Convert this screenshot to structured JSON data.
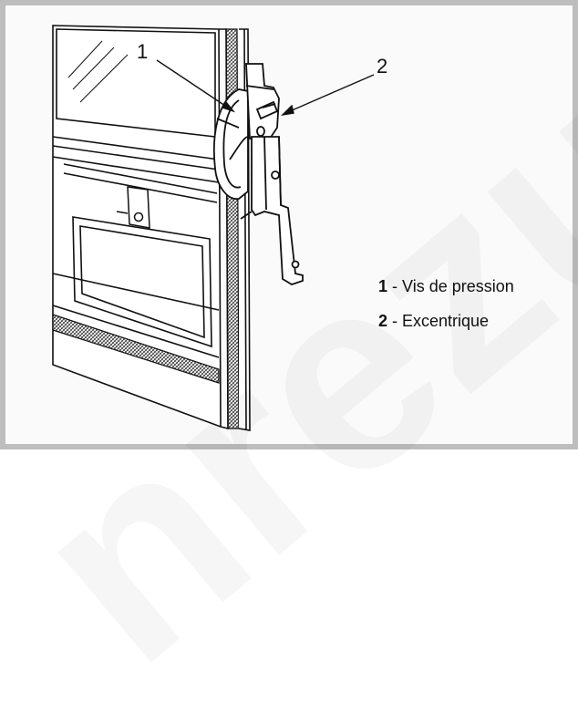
{
  "diagram": {
    "callouts": [
      {
        "number": "1"
      },
      {
        "number": "2"
      }
    ],
    "legend": [
      {
        "number": "1",
        "separator": " - ",
        "text": "Vis de pression"
      },
      {
        "number": "2",
        "separator": " - ",
        "text": "Excentrique"
      }
    ],
    "watermark_text": "nrezutz"
  },
  "colors": {
    "line": "#111111",
    "gasket_fill": "#9a9a9a",
    "frame": "#bdbdbd"
  }
}
